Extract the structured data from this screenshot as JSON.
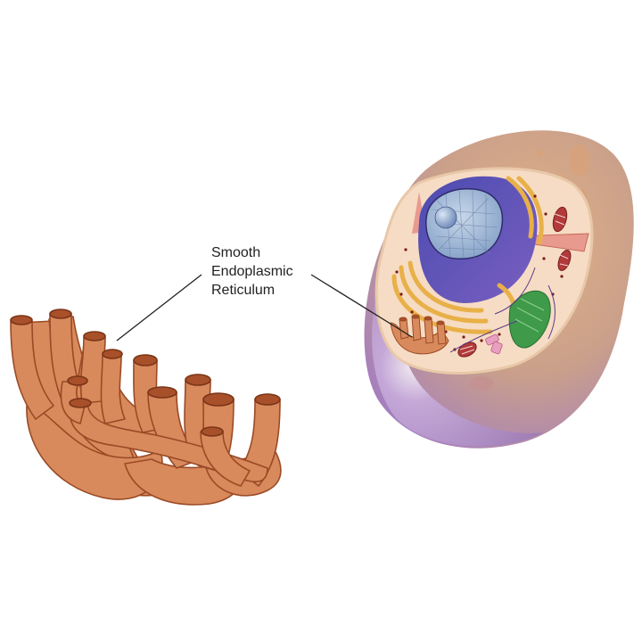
{
  "label": {
    "lines": [
      "Smooth",
      "Endoplasmic",
      "Reticulum"
    ]
  },
  "colors": {
    "tubule_fill": "#d98a5c",
    "tubule_stroke": "#9a4a25",
    "tubule_opening": "#a8502a",
    "cell_outer": "#d7a374",
    "cell_purple": "#a57fbd",
    "cytoplasm": "#f6dcc4",
    "nucleus": "#5a55b8",
    "nucleoplasm": "#b9cfe0",
    "golgi": "#e8b048",
    "chloroplast": "#3f9a4a",
    "mitochondrion": "#b23a3a",
    "leader_line": "#222222"
  },
  "icons": {
    "smooth_er": "tubular-network-illustration",
    "cell": "eukaryotic-cell-cutaway-illustration"
  }
}
